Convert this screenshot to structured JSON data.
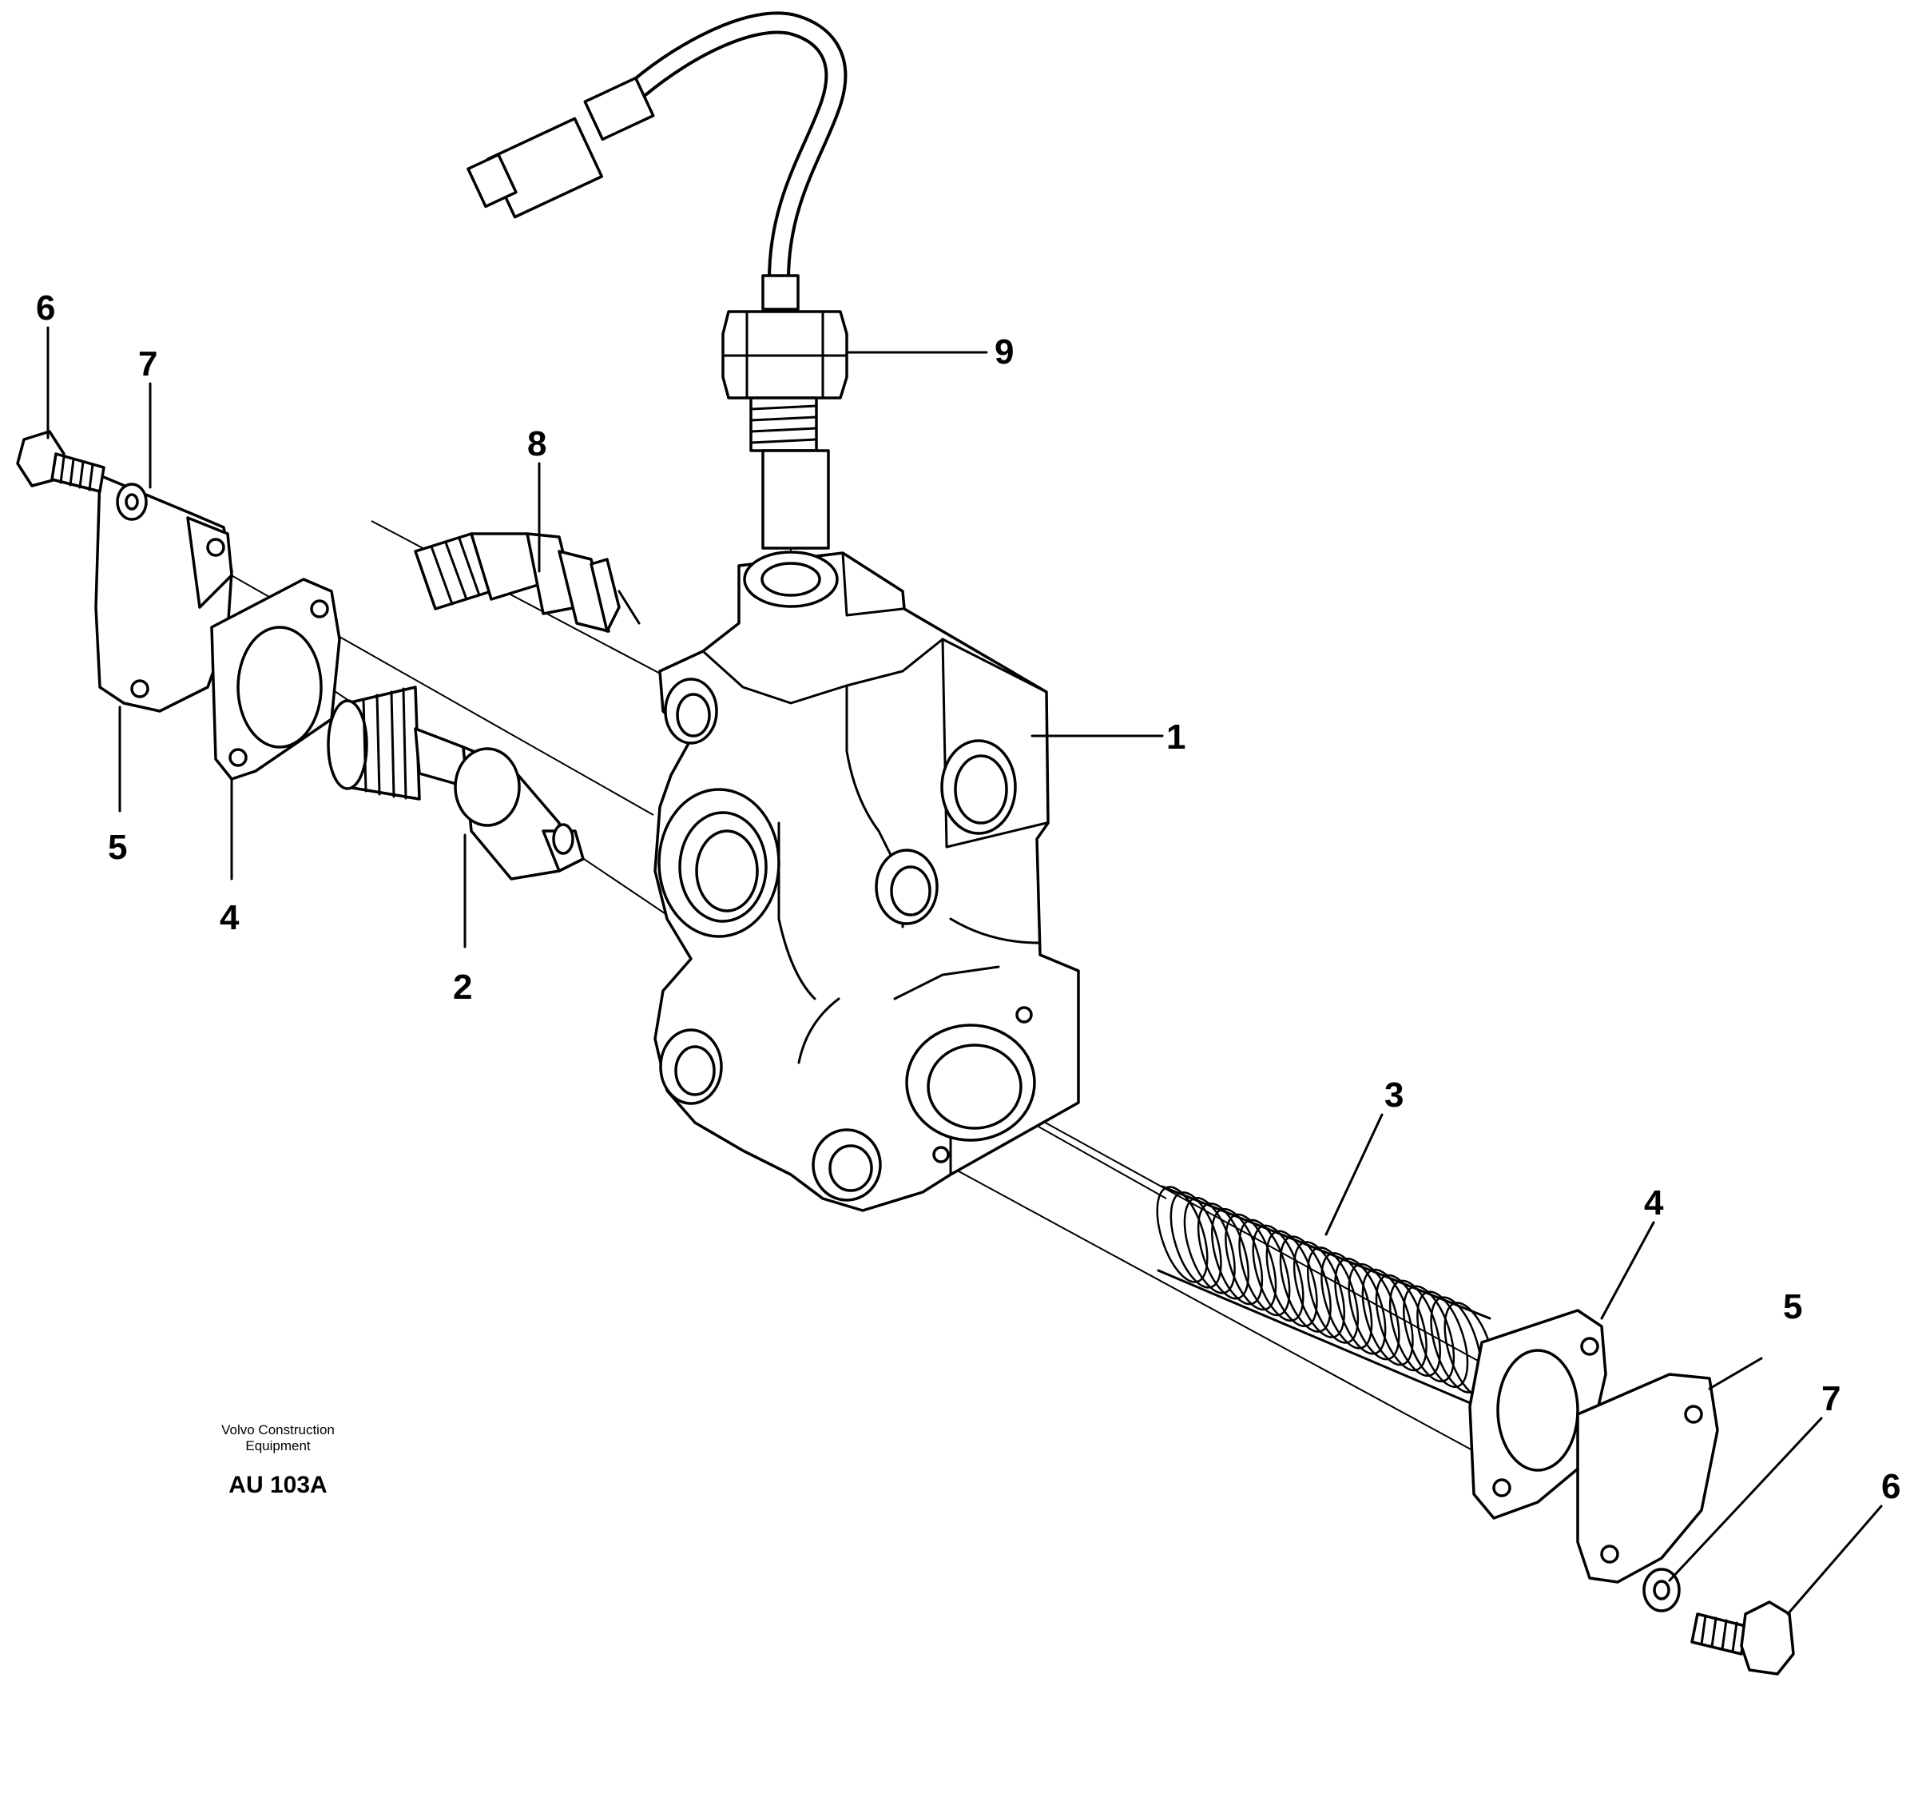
{
  "credit": {
    "line1": "Volvo Construction",
    "line2": "Equipment",
    "code": "AU 103A"
  },
  "callouts": {
    "c1": "1",
    "c2": "2",
    "c3": "3",
    "c4_left": "4",
    "c4_right": "4",
    "c5_left": "5",
    "c5_right": "5",
    "c6_left": "6",
    "c6_right": "6",
    "c7_left": "7",
    "c7_right": "7",
    "c8": "8",
    "c9": "9"
  }
}
